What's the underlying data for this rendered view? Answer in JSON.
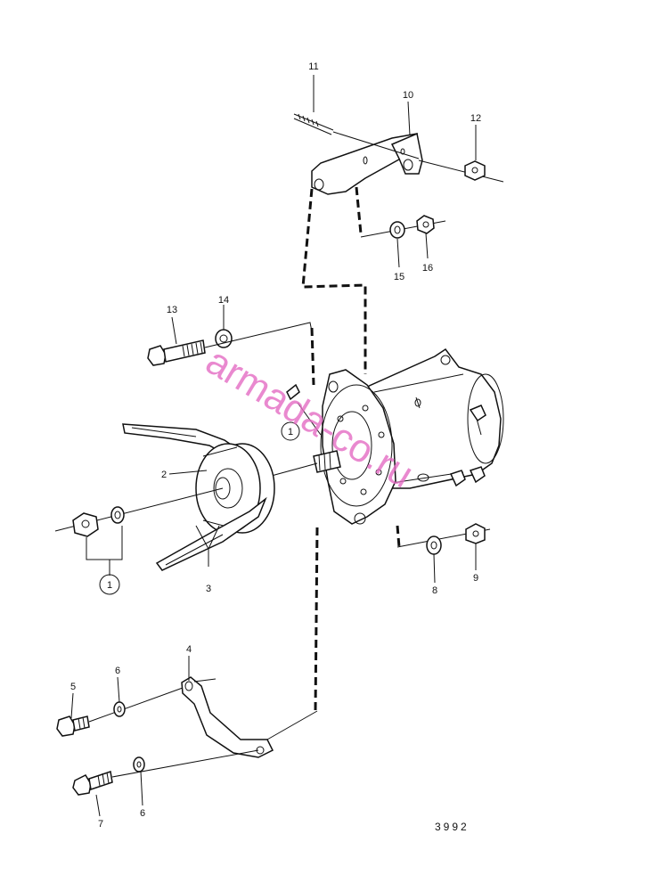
{
  "callouts": [
    {
      "id": "c11",
      "text": "11"
    },
    {
      "id": "c10",
      "text": "10"
    },
    {
      "id": "c12",
      "text": "12"
    },
    {
      "id": "c15",
      "text": "15"
    },
    {
      "id": "c16",
      "text": "16"
    },
    {
      "id": "c13",
      "text": "13"
    },
    {
      "id": "c14",
      "text": "14"
    },
    {
      "id": "c2",
      "text": "2"
    },
    {
      "id": "c1a",
      "text": "1"
    },
    {
      "id": "c1b",
      "text": "1"
    },
    {
      "id": "c3",
      "text": "3"
    },
    {
      "id": "c8",
      "text": "8"
    },
    {
      "id": "c9",
      "text": "9"
    },
    {
      "id": "c4",
      "text": "4"
    },
    {
      "id": "c5",
      "text": "5"
    },
    {
      "id": "c6a",
      "text": "6"
    },
    {
      "id": "c6b",
      "text": "6"
    },
    {
      "id": "c7",
      "text": "7"
    }
  ],
  "reference_number": "3992",
  "watermark": "armada-co.ru"
}
